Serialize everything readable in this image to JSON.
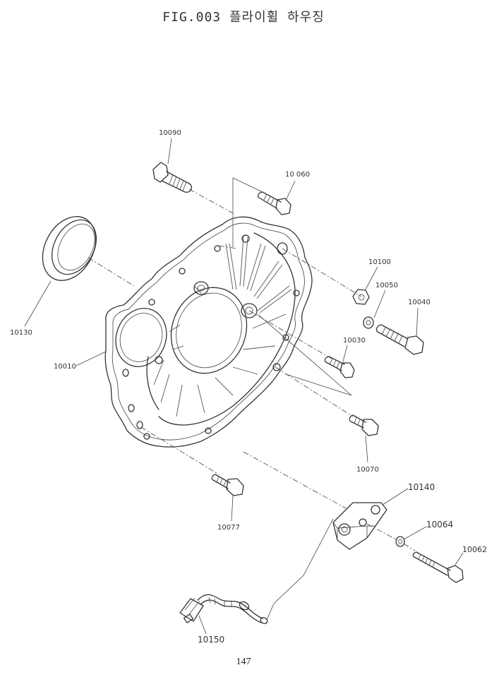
{
  "title": "FIG.003 플라이휠 하우징",
  "page_number": "147",
  "callouts": {
    "p10090": "10090",
    "p10060": "10 060",
    "p10100": "10100",
    "p10050": "10050",
    "p10040": "10040",
    "p10130": "10130",
    "p10010": "10010",
    "p10030": "10030",
    "p10070": "10070",
    "p10140": "10140",
    "p10077": "10077",
    "p10064": "10064",
    "p10062": "10062",
    "p10150": "10150"
  }
}
